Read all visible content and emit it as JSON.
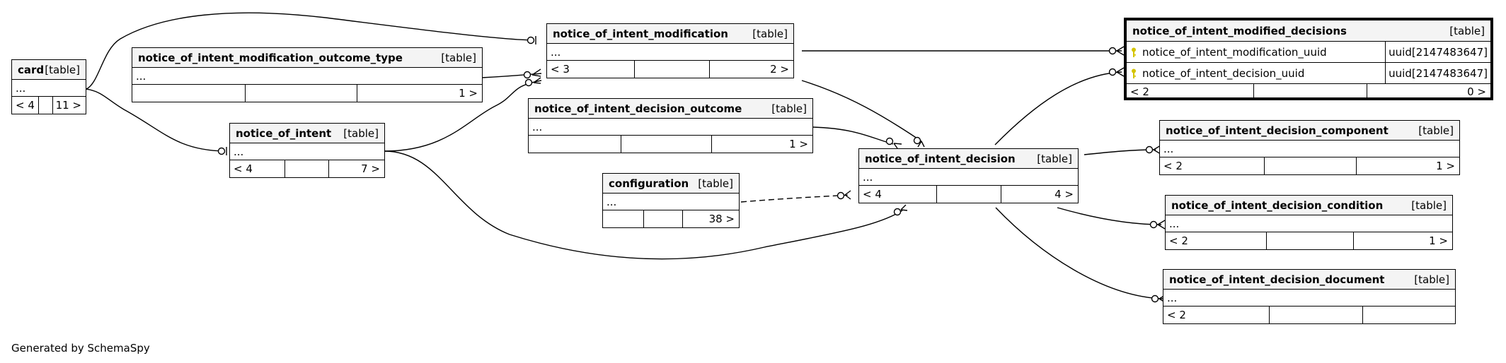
{
  "tables": {
    "card": {
      "name": "card",
      "type": "[table]",
      "row": "...",
      "parents": "< 4",
      "children": "11 >"
    },
    "moot": {
      "name": "notice_of_intent_modification_outcome_type",
      "type": "[table]",
      "row": "...",
      "parents": "",
      "children": "1 >"
    },
    "noi": {
      "name": "notice_of_intent",
      "type": "[table]",
      "row": "...",
      "parents": "< 4",
      "children": "7 >"
    },
    "mod": {
      "name": "notice_of_intent_modification",
      "type": "[table]",
      "row": "...",
      "parents": "< 3",
      "children": "2 >"
    },
    "dout": {
      "name": "notice_of_intent_decision_outcome",
      "type": "[table]",
      "row": "...",
      "parents": "",
      "children": "1 >"
    },
    "config": {
      "name": "configuration",
      "type": "[table]",
      "row": "...",
      "parents": "",
      "children": "38 >"
    },
    "dec": {
      "name": "notice_of_intent_decision",
      "type": "[table]",
      "row": "...",
      "parents": "< 4",
      "children": "4 >"
    },
    "md": {
      "name": "notice_of_intent_modified_decisions",
      "type": "[table]",
      "columns": [
        {
          "name": "notice_of_intent_modification_uuid",
          "type": "uuid[2147483647]"
        },
        {
          "name": "notice_of_intent_decision_uuid",
          "type": "uuid[2147483647]"
        }
      ],
      "parents": "< 2",
      "children": "0 >"
    },
    "comp": {
      "name": "notice_of_intent_decision_component",
      "type": "[table]",
      "row": "...",
      "parents": "< 2",
      "children": "1 >"
    },
    "cond": {
      "name": "notice_of_intent_decision_condition",
      "type": "[table]",
      "row": "...",
      "parents": "< 2",
      "children": "1 >"
    },
    "doc": {
      "name": "notice_of_intent_decision_document",
      "type": "[table]",
      "row": "...",
      "parents": "< 2",
      "children": ""
    }
  },
  "colors": {
    "key_icon": "#d4c400",
    "header_bg": "#f4f4f4",
    "line": "#000000"
  },
  "footer": "Generated by SchemaSpy"
}
